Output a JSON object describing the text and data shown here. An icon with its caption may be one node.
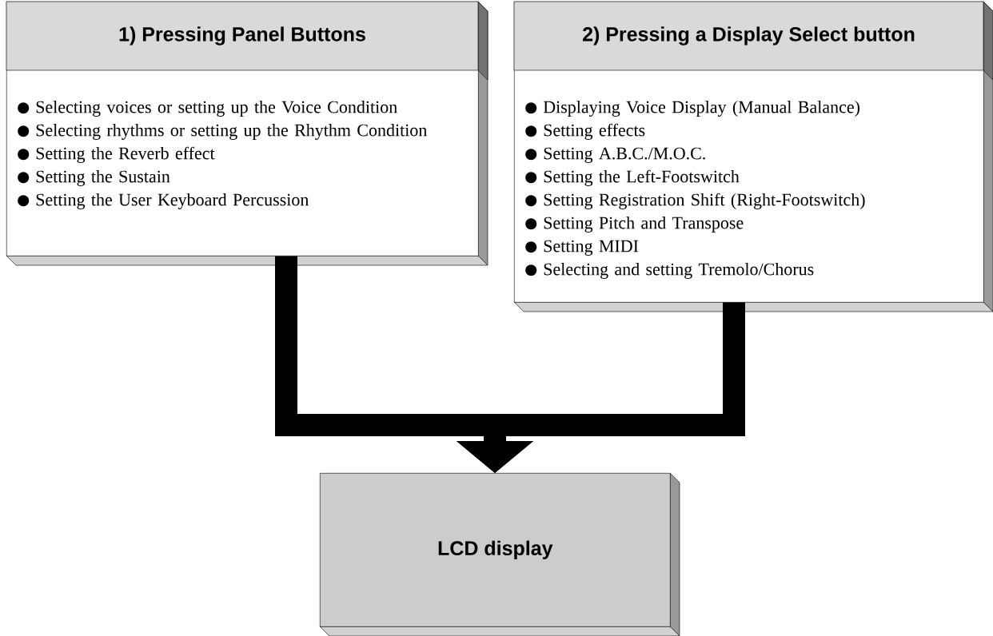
{
  "diagram": {
    "nodes": [
      {
        "text": [
          "1) Pressing Panel Buttons",
          "Selecting voices or setting up the Voice Condition",
          "Selecting rhythms or setting up the Rhythm Condition",
          "Setting the Reverb effect",
          "Setting the Sustain",
          "Setting the User Keyboard Percussion"
        ]
      },
      {
        "text": [
          "2) Pressing a Display Select button",
          "Displaying Voice Display (Manual Balance)",
          "Setting effects",
          "Setting A.B.C./M.O.C.",
          "Setting the Left-Footswitch",
          "Setting Registration Shift (Right-Footswitch)",
          "Setting Pitch and Transpose",
          "Setting MIDI",
          "Selecting and setting Tremolo/Chorus"
        ]
      },
      {
        "text": [
          "LCD display"
        ]
      }
    ],
    "edges": [
      {
        "from": 0,
        "to": 2,
        "arrow": "to"
      },
      {
        "from": 1,
        "to": 2,
        "arrow": "to"
      }
    ]
  }
}
